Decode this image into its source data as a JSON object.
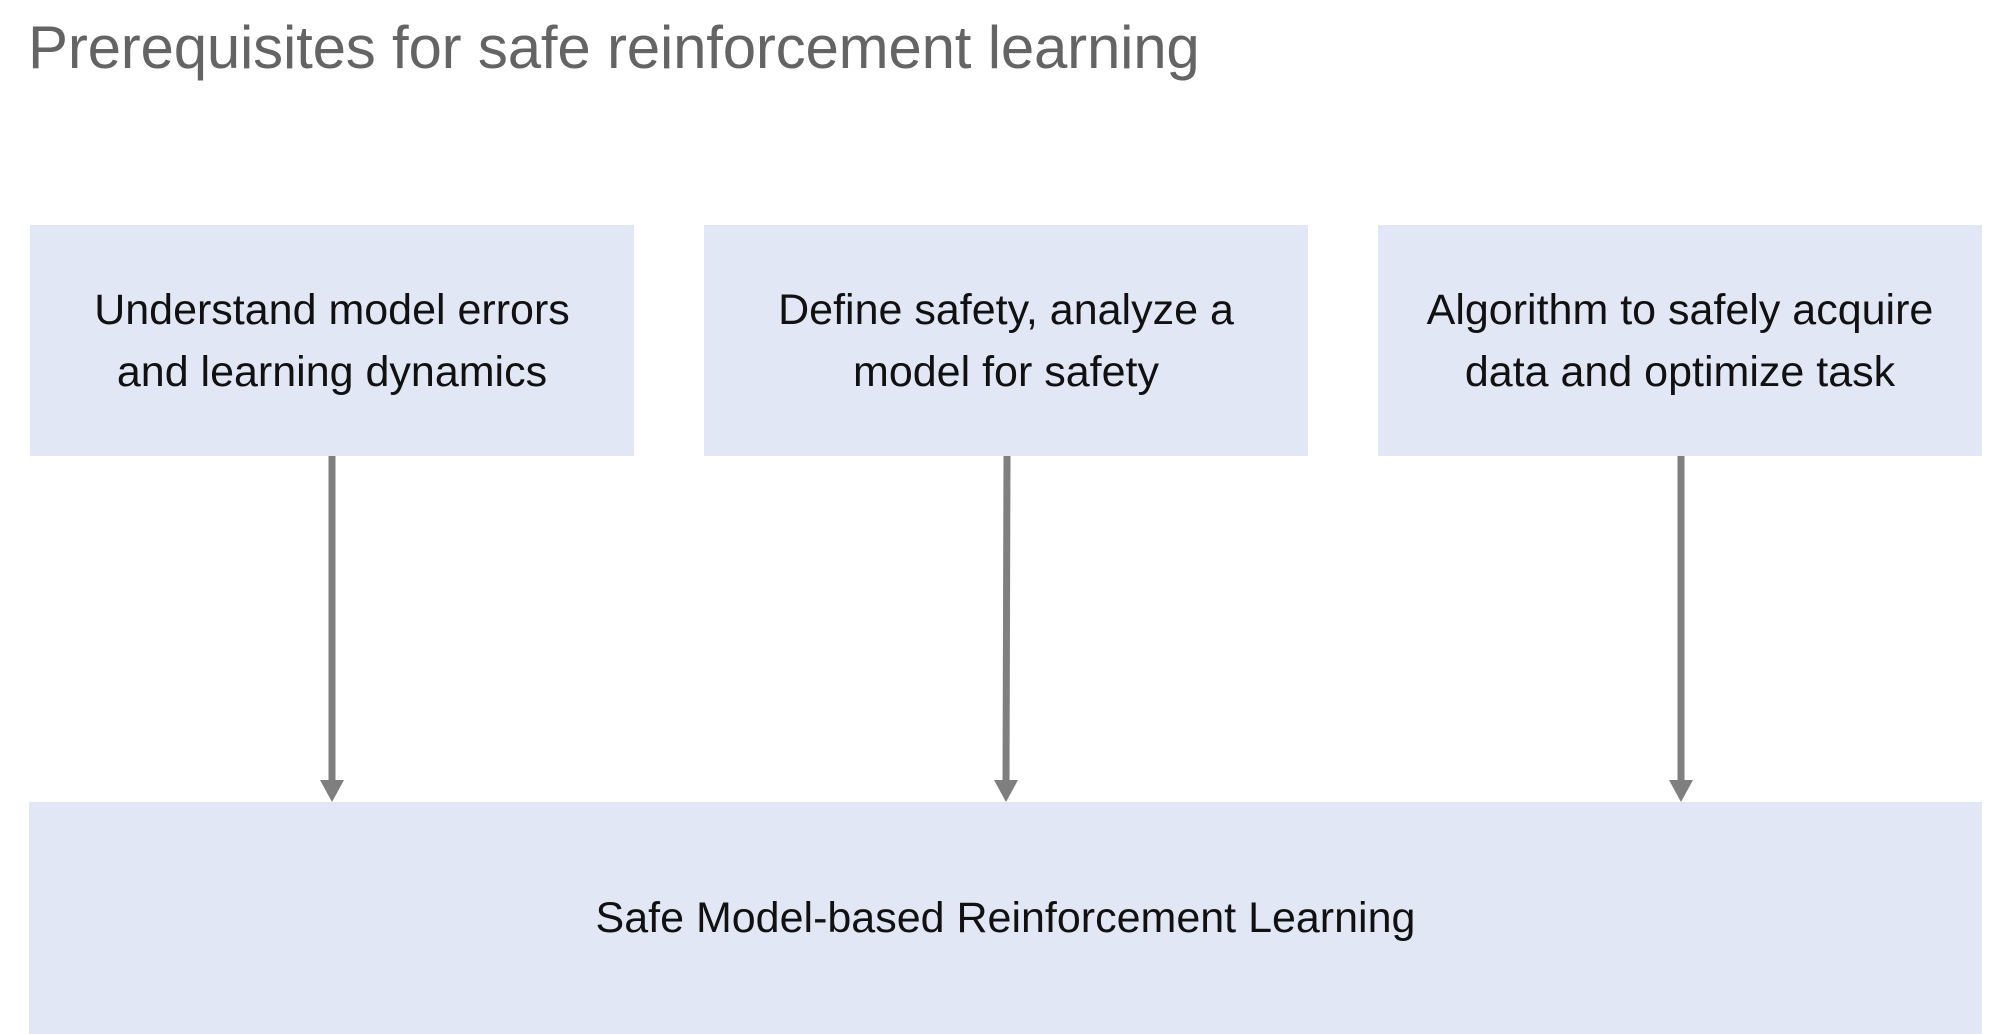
{
  "title": "Prerequisites for safe reinforcement learning",
  "boxes": [
    {
      "line1": "Understand model errors",
      "line2": "and learning dynamics"
    },
    {
      "line1": "Define safety, analyze a",
      "line2": "model for safety"
    },
    {
      "line1": "Algorithm to safely acquire",
      "line2": "data and optimize task"
    }
  ],
  "target": {
    "label": "Safe Model-based Reinforcement Learning"
  },
  "colors": {
    "box_fill": "#e2e7f5",
    "arrow": "#7f7f7f",
    "title_text": "#646464"
  }
}
